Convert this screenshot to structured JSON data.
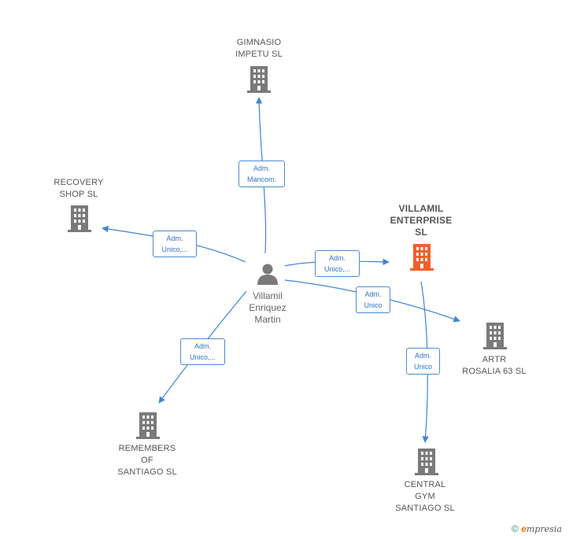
{
  "colors": {
    "edge": "#3f84d0",
    "building": "#7a7a7a",
    "building_main": "#f0602a",
    "person": "#7a7a7a"
  },
  "person": {
    "label": "Villamil\nEnriquez\nMartin"
  },
  "companies": {
    "gimnasio": "GIMNASIO\nIMPETU  SL",
    "recovery": "RECOVERY\nSHOP  SL",
    "villamil": "VILLAMIL\nENTERPRISE\nSL",
    "artr": "ARTR\nROSALIA 63  SL",
    "remembers": "REMEMBERS\nOF\nSANTIAGO  SL",
    "central": "CENTRAL\nGYM\nSANTIAGO  SL"
  },
  "relations": {
    "gimnasio": "Adm.\nMancom.",
    "recovery": "Adm.\nUnico,...",
    "villamil": "Adm.\nUnico,...",
    "artr": "Adm.\nUnico",
    "remembers": "Adm.\nUnico,...",
    "central": "Adm.\nUnico"
  },
  "footer": {
    "copyright": "©",
    "brand_initial": "e",
    "brand_rest": "mpresia"
  }
}
